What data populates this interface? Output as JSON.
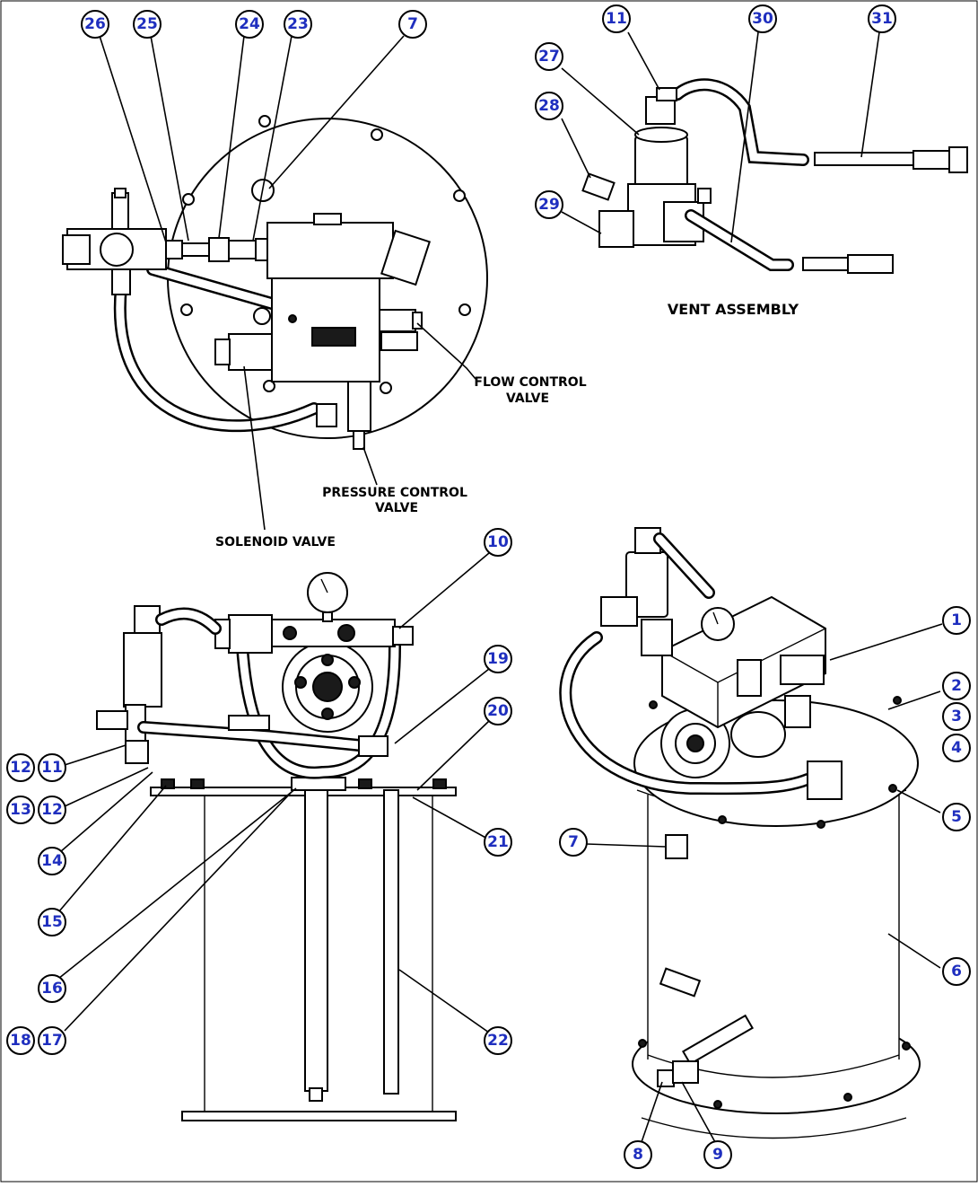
{
  "labels": {
    "vent_assembly": "VENT ASSEMBLY",
    "flow_control_1": "FLOW CONTROL",
    "flow_control_2": "VALVE",
    "pressure_control_1": "PRESSURE CONTROL",
    "pressure_control_2": "VALVE",
    "solenoid_valve": "SOLENOID VALVE"
  },
  "callouts": {
    "c26": "26",
    "c25": "25",
    "c24": "24",
    "c23": "23",
    "c7a": "7",
    "c11a": "11",
    "c30": "30",
    "c31": "31",
    "c27": "27",
    "c28": "28",
    "c29": "29",
    "c10": "10",
    "c19": "19",
    "c20": "20",
    "c21": "21",
    "c22": "22",
    "c12a": "12",
    "c11b": "11",
    "c13": "13",
    "c12b": "12",
    "c14": "14",
    "c15": "15",
    "c16": "16",
    "c18": "18",
    "c17": "17",
    "c1": "1",
    "c2": "2",
    "c3": "3",
    "c4": "4",
    "c5": "5",
    "c6": "6",
    "c7b": "7",
    "c8": "8",
    "c9": "9"
  },
  "colors": {
    "callout_text": "#1f2fbf",
    "line": "#000000",
    "background": "#ffffff"
  }
}
